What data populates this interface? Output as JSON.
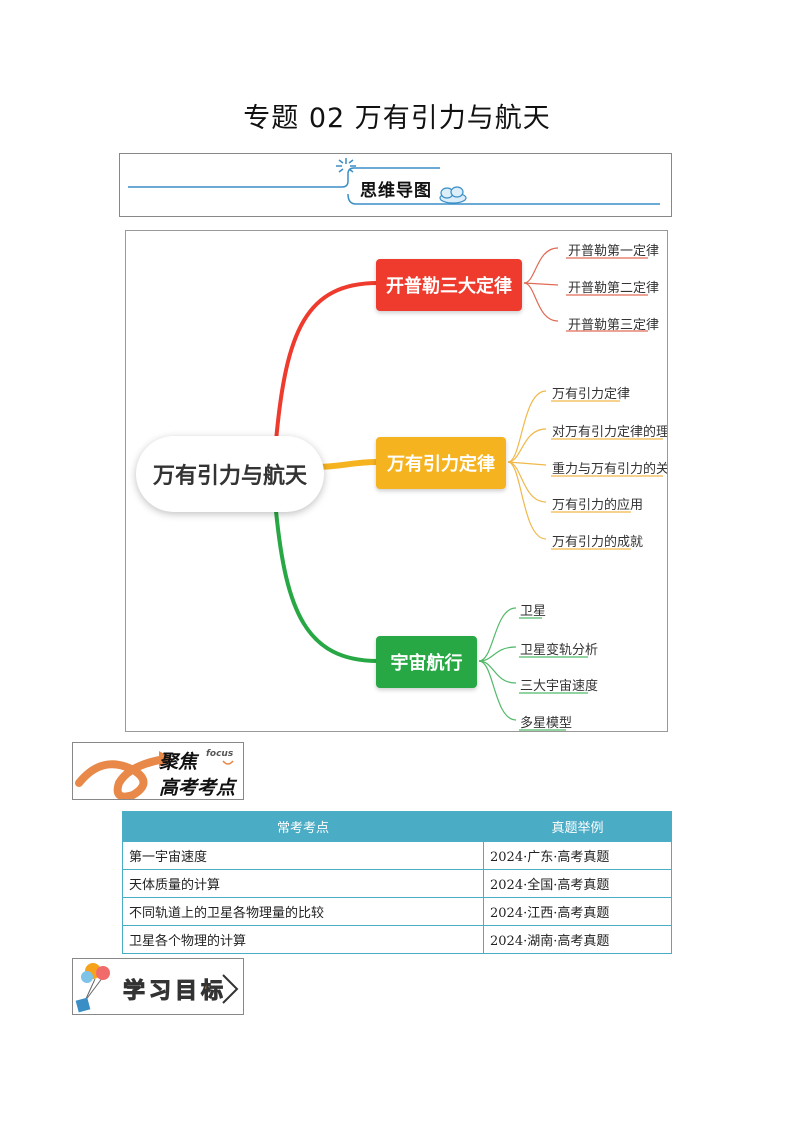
{
  "document": {
    "title": "专题 02  万有引力与航天"
  },
  "mindmap_banner": {
    "label": "思维导图"
  },
  "mindmap": {
    "root": "万有引力与航天",
    "branches": [
      {
        "label": "开普勒三大定律",
        "color": "#ef3b2d",
        "leaves": [
          "开普勒第一定律",
          "开普勒第二定律",
          "开普勒第三定律"
        ]
      },
      {
        "label": "万有引力定律",
        "color": "#f5b320",
        "leaves": [
          "万有引力定律",
          "对万有引力定律的理解",
          "重力与万有引力的关系",
          "万有引力的应用",
          "万有引力的成就"
        ]
      },
      {
        "label": "宇宙航行",
        "color": "#27a844",
        "leaves": [
          "卫星",
          "卫星变轨分析",
          "三大宇宙速度",
          "多星模型"
        ]
      }
    ]
  },
  "focus_banner": {
    "line1": "聚焦",
    "line2": "高考考点",
    "english": "focus"
  },
  "exam_table": {
    "headers": [
      "常考考点",
      "真题举例"
    ],
    "rows": [
      [
        "第一宇宙速度",
        "2024·广东·高考真题"
      ],
      [
        "天体质量的计算",
        "2024·全国·高考真题"
      ],
      [
        "不同轨道上的卫星各物理量的比较",
        "2024·江西·高考真题"
      ],
      [
        "卫星各个物理的计算",
        "2024·湖南·高考真题"
      ]
    ]
  },
  "goal_banner": {
    "label": "学习目标"
  }
}
